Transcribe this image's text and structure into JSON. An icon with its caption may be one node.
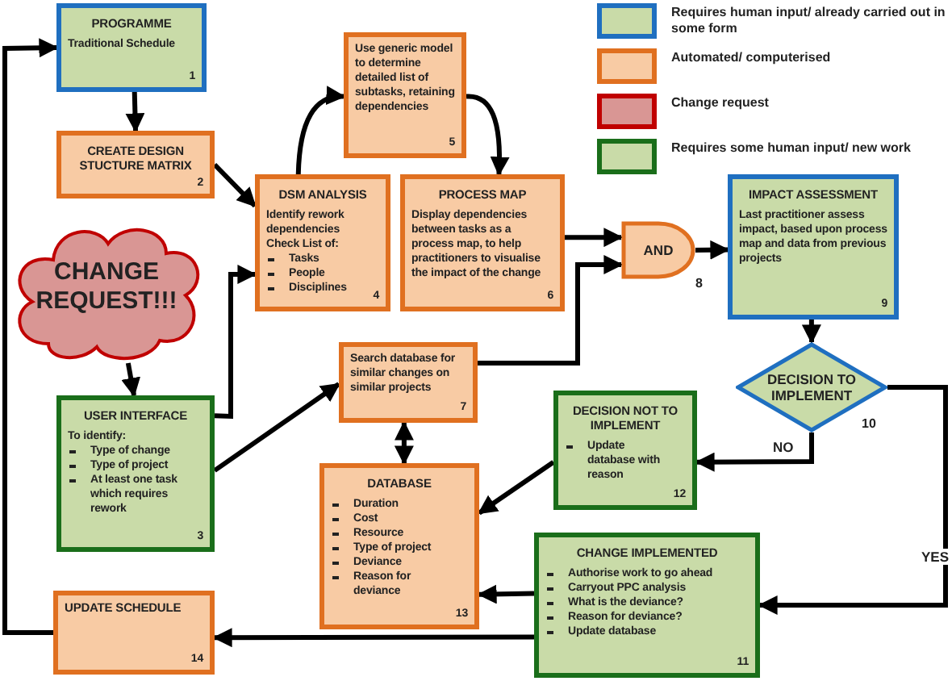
{
  "diagram": {
    "nodes": [
      {
        "text": [
          "PROGRAMME",
          "Traditional Schedule",
          "1"
        ]
      },
      {
        "text": [
          "CREATE DESIGN STUCTURE MATRIX",
          "2"
        ]
      },
      {
        "text": [
          "DSM ANALYSIS",
          "Identify rework dependencies",
          "Check List of:",
          "Tasks",
          "People",
          "Disciplines",
          "4"
        ]
      },
      {
        "text": [
          "Use generic model to determine detailed list of subtasks, retaining dependencies",
          "5"
        ]
      },
      {
        "text": [
          "PROCESS MAP",
          "Display dependencies between tasks as a process map, to help practitioners to visualise the impact of the change",
          "6"
        ]
      },
      {
        "text": [
          "AND"
        ],
        "beside": [
          "8"
        ]
      },
      {
        "text": [
          "IMPACT ASSESSMENT",
          "Last practitioner assess impact, based upon process map and data from previous projects",
          "9"
        ]
      },
      {
        "text": [
          "CHANGE REQUEST!!!"
        ]
      },
      {
        "text": [
          "USER INTERFACE",
          "To identify:",
          "Type of change",
          "Type of project",
          "At least one task which requires rework",
          "3"
        ]
      },
      {
        "text": [
          "Search database for similar changes on similar projects",
          "7"
        ]
      },
      {
        "text": [
          "DECISION TO IMPLEMENT"
        ],
        "beside": [
          "10"
        ]
      },
      {
        "text": [
          "DECISION NOT TO IMPLEMENT",
          "Update database with reason",
          "12"
        ]
      },
      {
        "text": [
          "DATABASE",
          "Duration",
          "Cost",
          "Resource",
          "Type of project",
          "Deviance",
          "Reason for deviance",
          "13"
        ]
      },
      {
        "text": [
          "CHANGE IMPLEMENTED",
          "Authorise work to go ahead",
          "Carryout PPC analysis",
          "What is the deviance?",
          "Reason for deviance?",
          "Update database",
          "11"
        ]
      },
      {
        "text": [
          "UPDATE SCHEDULE",
          "14"
        ]
      }
    ],
    "edges": [
      {
        "from": 0,
        "to": 1,
        "arrow": "to"
      },
      {
        "from": 1,
        "to": 2,
        "arrow": "to"
      },
      {
        "from": 2,
        "to": 3,
        "arrow": "to"
      },
      {
        "from": 3,
        "to": 4,
        "arrow": "to"
      },
      {
        "from": 4,
        "to": 5,
        "arrow": "to"
      },
      {
        "from": 9,
        "to": 5,
        "arrow": "to"
      },
      {
        "from": 5,
        "to": 6,
        "arrow": "to"
      },
      {
        "from": 6,
        "to": 10,
        "arrow": "to"
      },
      {
        "from": 10,
        "to": 11,
        "arrow": "to",
        "label": "NO"
      },
      {
        "from": 10,
        "to": 13,
        "arrow": "to",
        "label": "YES"
      },
      {
        "from": 11,
        "to": 12,
        "arrow": "to"
      },
      {
        "from": 13,
        "to": 12,
        "arrow": "to"
      },
      {
        "from": 13,
        "to": 14,
        "arrow": "to"
      },
      {
        "from": 14,
        "to": 0,
        "arrow": "to"
      },
      {
        "from": 7,
        "to": 8,
        "arrow": "to"
      },
      {
        "from": 8,
        "to": 2,
        "arrow": "to"
      },
      {
        "from": 8,
        "to": 9,
        "arrow": "to"
      },
      {
        "from": 9,
        "to": 12,
        "arrow": "both"
      }
    ],
    "legend": [
      {
        "text": "Requires human input/ already carried out in some form",
        "color": "#1f6fc0"
      },
      {
        "text": "Automated/ computerised",
        "color": "#e07020"
      },
      {
        "text": "Change request",
        "color": "#c00000"
      },
      {
        "text": "Requires some human input/ new work",
        "color": "#1a6e1a"
      }
    ]
  }
}
